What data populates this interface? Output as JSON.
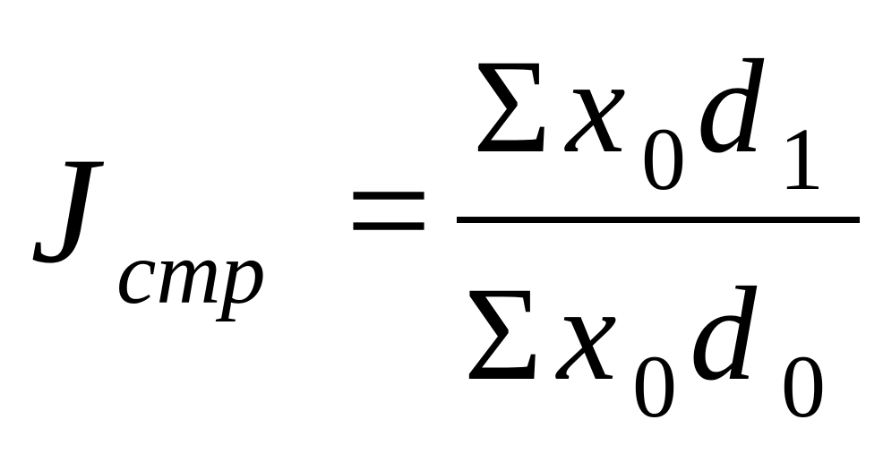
{
  "formula": {
    "lhs": {
      "symbol": "J",
      "subscript": "cmp"
    },
    "relation": "=",
    "numerator": {
      "sum": "Σ",
      "var1": "x",
      "var1_sub": "0",
      "var2": "d",
      "var2_sub": "1"
    },
    "denominator": {
      "sum": "Σ",
      "var1": "x",
      "var1_sub": "0",
      "var2": "d",
      "var2_sub": "0"
    }
  }
}
